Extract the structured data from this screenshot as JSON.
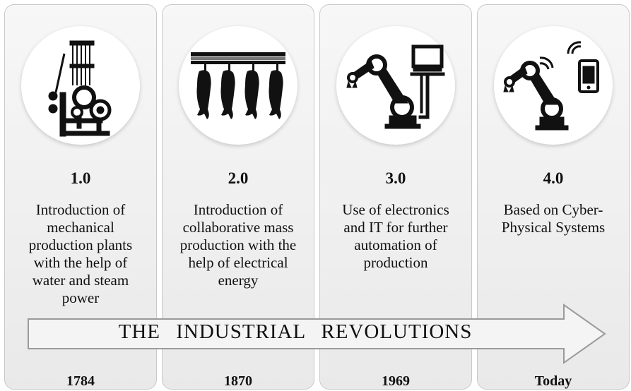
{
  "panels": [
    {
      "version": "1.0",
      "description": "Introduction of\nmechanical\nproduction plants\nwith the help of\nwater and steam\npower",
      "year": "1784",
      "icon": "mechanical-loom-icon"
    },
    {
      "version": "2.0",
      "description": "Introduction of\ncollaborative mass\nproduction with the\nhelp of electrical\nenergy",
      "year": "1870",
      "icon": "assembly-line-icon"
    },
    {
      "version": "3.0",
      "description": "Use of electronics\nand IT for further\nautomation of\nproduction",
      "year": "1969",
      "icon": "robot-arm-computer-icon"
    },
    {
      "version": "4.0",
      "description": "Based on Cyber-\nPhysical Systems",
      "year": "Today",
      "icon": "robot-arm-smartphone-icon"
    }
  ],
  "arrow": {
    "label": "THE INDUSTRIAL REVOLUTIONS"
  },
  "colors": {
    "panel_border": "#c9c9c9",
    "icon_fill": "#111111",
    "arrow_fill": "#f4f4f4"
  }
}
